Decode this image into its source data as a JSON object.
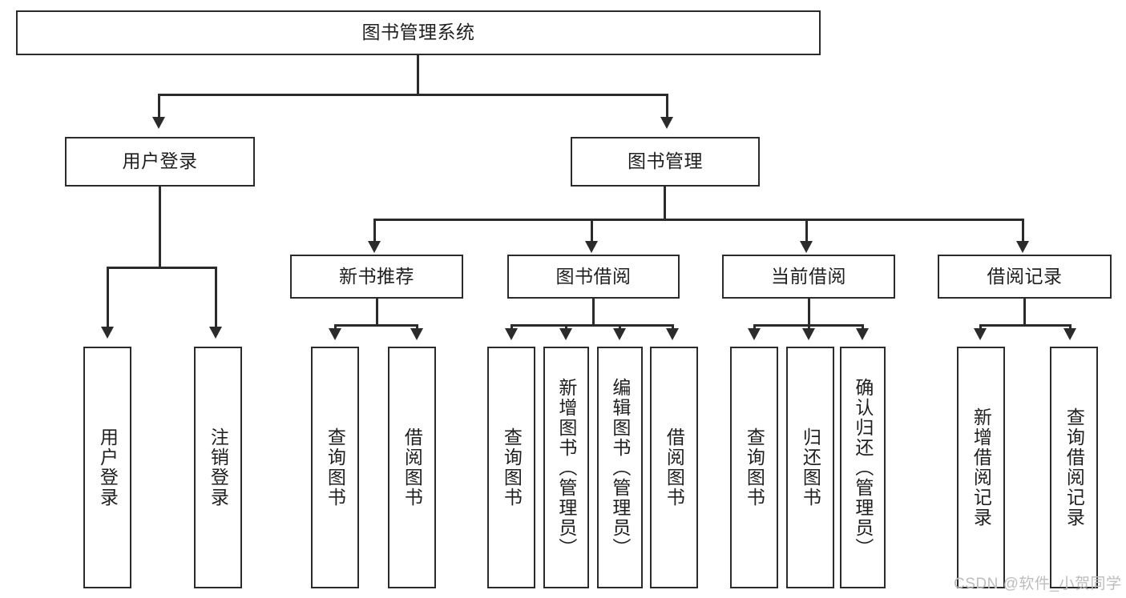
{
  "diagram": {
    "title": "图书管理系统",
    "type": "tree-hierarchy-diagram",
    "colors": {
      "stroke": "#2b2b2b",
      "text": "#1f1f1f",
      "background": "#ffffff",
      "watermark": "#bdbdbd"
    },
    "root": {
      "label": "图书管理系统"
    },
    "level1": [
      {
        "label": "用户登录"
      },
      {
        "label": "图书管理"
      }
    ],
    "level2": [
      {
        "label": "新书推荐"
      },
      {
        "label": "图书借阅"
      },
      {
        "label": "当前借阅"
      },
      {
        "label": "借阅记录"
      }
    ],
    "leaves": {
      "user_login": [
        {
          "label": "用户登录"
        },
        {
          "label": "注销登录"
        }
      ],
      "new_book_recommend": [
        {
          "label": "查询图书"
        },
        {
          "label": "借阅图书"
        }
      ],
      "book_borrow": [
        {
          "label": "查询图书"
        },
        {
          "label": "新增图书（管理员）"
        },
        {
          "label": "编辑图书（管理员）"
        },
        {
          "label": "借阅图书"
        }
      ],
      "current_borrow": [
        {
          "label": "查询图书"
        },
        {
          "label": "归还图书"
        },
        {
          "label": "确认归还（管理员）"
        }
      ],
      "borrow_record": [
        {
          "label": "新增借阅记录"
        },
        {
          "label": "查询借阅记录"
        }
      ]
    }
  },
  "watermark": {
    "text": "CSDN @软件_小贺同学"
  }
}
